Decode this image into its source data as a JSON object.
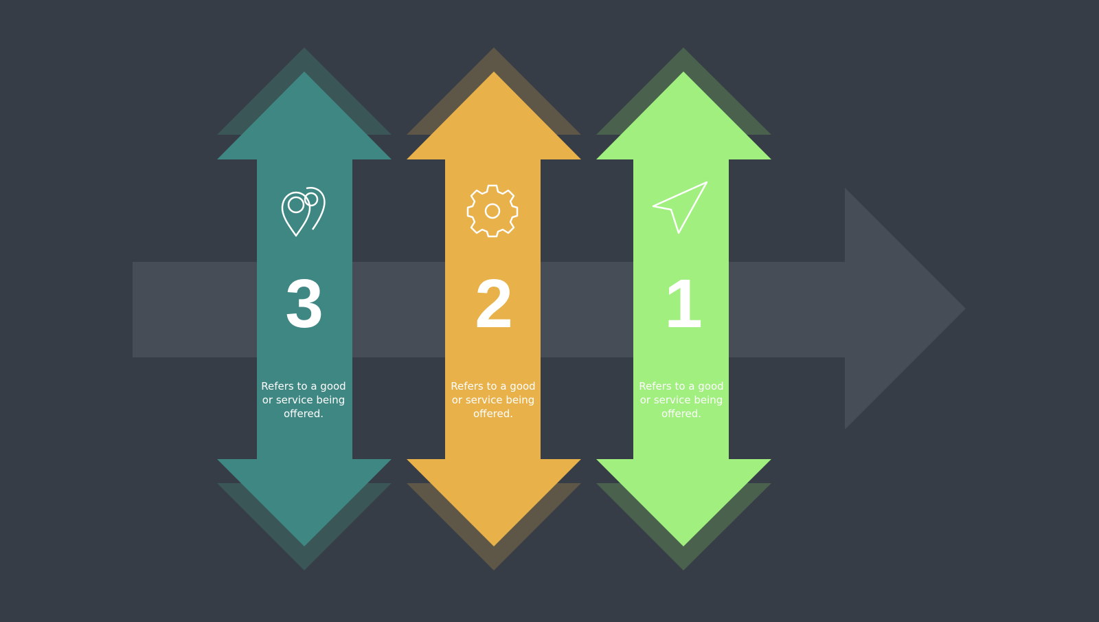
{
  "background": "#363d47",
  "big_arrow_color": "#464d57",
  "steps": [
    {
      "number": "3",
      "text": "Refers to a good or service being offered.",
      "color": "#3f8783",
      "shadow": "#3a5657",
      "icon": "map-pins-icon"
    },
    {
      "number": "2",
      "text": "Refers to a good or service being offered.",
      "color": "#e8b149",
      "shadow": "#5e5646",
      "icon": "gear-icon"
    },
    {
      "number": "1",
      "text": "Refers to a good or service being offered.",
      "color": "#a0ef7f",
      "shadow": "#4a614e",
      "icon": "send-arrow-icon"
    }
  ]
}
